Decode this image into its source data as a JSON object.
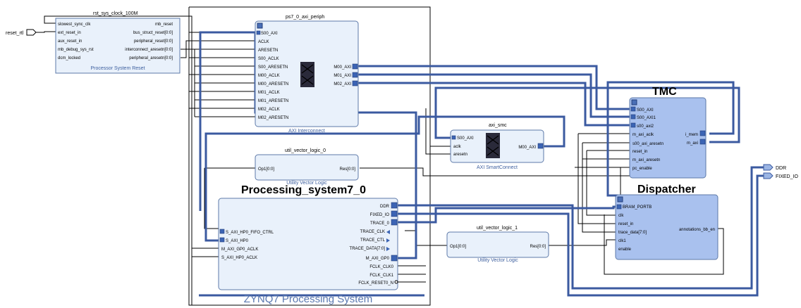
{
  "ports_external": {
    "reset_rtl": "reset_rtl",
    "ddr": "DDR",
    "fixed_io": "FIXED_IO"
  },
  "rst": {
    "title": "rst_sys_clock_100M",
    "subtitle": "Processor System Reset",
    "left": [
      "slowest_sync_clk",
      "ext_reset_in",
      "aux_reset_in",
      "mb_debug_sys_rst",
      "dcm_locked"
    ],
    "right": [
      "mb_reset",
      "bus_struct_reset[0:0]",
      "peripheral_reset[0:0]",
      "interconnect_aresetn[0:0]",
      "peripheral_aresetn[0:0]"
    ]
  },
  "periph": {
    "title": "ps7_0_axi_periph",
    "subtitle": "AXI Interconnect",
    "left": [
      "S00_AXI",
      "ACLK",
      "ARESETN",
      "S00_ACLK",
      "S00_ARESETN",
      "M00_ACLK",
      "M00_ARESETN",
      "M01_ACLK",
      "M01_ARESETN",
      "M02_ACLK",
      "M02_ARESETN"
    ],
    "right": [
      "M00_AXI",
      "M01_AXI",
      "M02_AXI"
    ]
  },
  "smc": {
    "title": "axi_smc",
    "subtitle": "AXI SmartConnect",
    "left": [
      "S00_AXI",
      "aclk",
      "aresetn"
    ],
    "right": [
      "M00_AXI"
    ]
  },
  "uvl0": {
    "title": "util_vector_logic_0",
    "subtitle": "Utility Vector Logic",
    "left": "Op1[0:0]",
    "right": "Res[0:0]"
  },
  "uvl1": {
    "title": "util_vector_logic_1",
    "subtitle": "Utility Vector Logic",
    "left": "Op1[0:0]",
    "right": "Res[0:0]"
  },
  "ps7": {
    "title": "Processing_system7_0",
    "subtitle": "ZYNQ7 Processing System",
    "left": [
      "S_AXI_HP0_FIFO_CTRL",
      "S_AXI_HP0",
      "M_AXI_GP0_ACLK",
      "S_AXI_HP0_ACLK"
    ],
    "right": [
      "DDR",
      "FIXED_IO",
      "TRACE_0",
      "TRACE_CLK",
      "TRACE_CTL",
      "TRACE_DATA[7:0]",
      "M_AXI_GP0",
      "FCLK_CLK0",
      "FCLK_CLK1",
      "FCLK_RESET0_N"
    ]
  },
  "tmc": {
    "title": "TMC",
    "left": [
      "S00_AXI",
      "S00_AXI1",
      "s00_axi2",
      "m_axi_aclk",
      "s00_axi_aresetn",
      "reset_in",
      "m_axi_aresetn",
      "pc_enable"
    ],
    "right": [
      "i_mem",
      "m_axi"
    ]
  },
  "disp": {
    "title": "Dispatcher",
    "left": [
      "BRAM_PORTB",
      "clk",
      "reset_in",
      "trace_data[7:0]",
      "clk1",
      "enable"
    ],
    "right": [
      "annotations_bb_en"
    ]
  }
}
